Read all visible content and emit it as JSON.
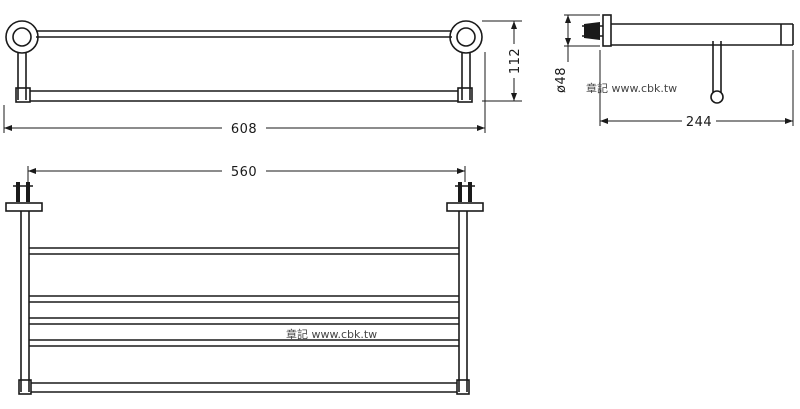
{
  "dimensions": {
    "overall_width": "608",
    "height": "112",
    "diameter": "ø48",
    "depth": "244",
    "bracket_spacing": "560"
  },
  "watermark": "章記 www.cbk.tw"
}
